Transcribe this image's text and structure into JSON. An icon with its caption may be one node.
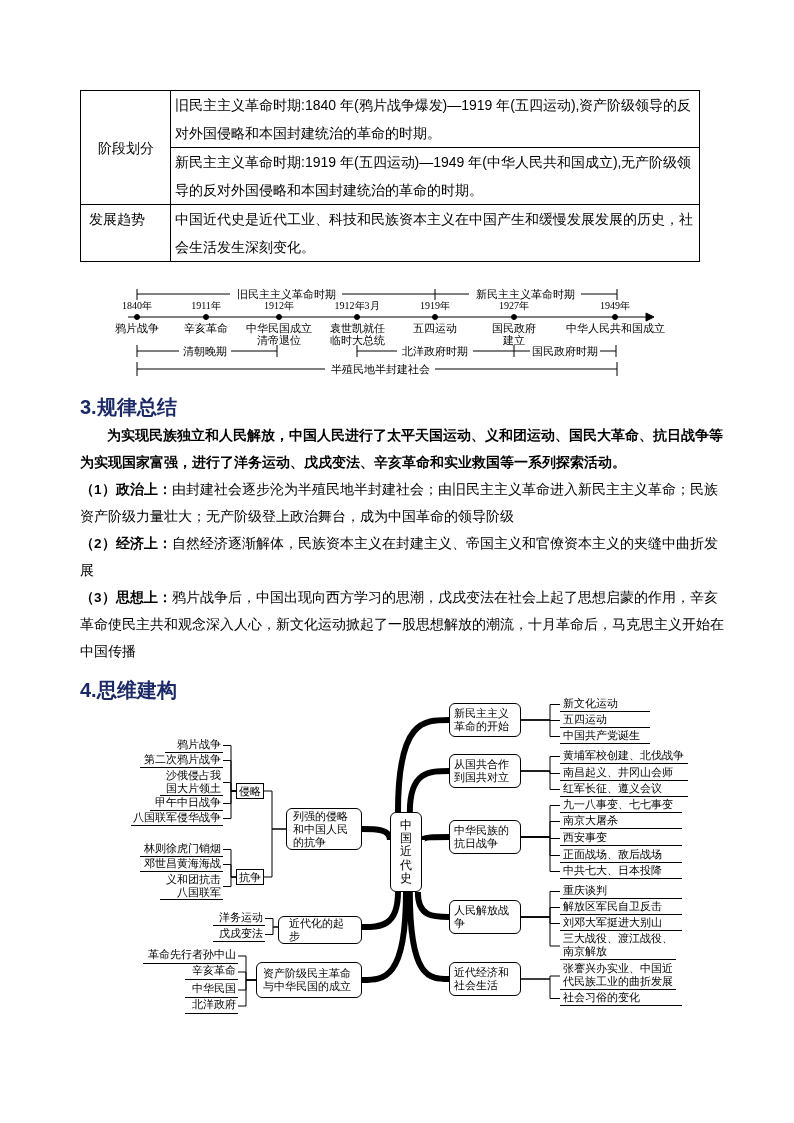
{
  "diagram": {
    "nodes": [
      {
        "text": [
          "中国近代史"
        ]
      },
      {
        "text": [
          "列强的侵略和中国人民的抗争"
        ]
      },
      {
        "text": [
          "侵略"
        ]
      },
      {
        "text": [
          "鸦片战争"
        ]
      },
      {
        "text": [
          "第二次鸦片战争"
        ]
      },
      {
        "text": [
          "沙俄侵占我国大片领土"
        ]
      },
      {
        "text": [
          "甲午中日战争"
        ]
      },
      {
        "text": [
          "八国联军侵华战争"
        ]
      },
      {
        "text": [
          "抗争"
        ]
      },
      {
        "text": [
          "林则徐虎门销烟"
        ]
      },
      {
        "text": [
          "邓世昌黄海海战"
        ]
      },
      {
        "text": [
          "义和团抗击八国联军"
        ]
      },
      {
        "text": [
          "近代化的起步"
        ]
      },
      {
        "text": [
          "洋务运动"
        ]
      },
      {
        "text": [
          "戊戌变法"
        ]
      },
      {
        "text": [
          "资产阶级民主革命与中华民国的成立"
        ]
      },
      {
        "text": [
          "革命先行者孙中山"
        ]
      },
      {
        "text": [
          "辛亥革命"
        ]
      },
      {
        "text": [
          "中华民国"
        ]
      },
      {
        "text": [
          "北洋政府"
        ]
      },
      {
        "text": [
          "新民主主义革命的开始"
        ]
      },
      {
        "text": [
          "新文化运动"
        ]
      },
      {
        "text": [
          "五四运动"
        ]
      },
      {
        "text": [
          "中国共产党诞生"
        ]
      },
      {
        "text": [
          "从国共合作到国共对立"
        ]
      },
      {
        "text": [
          "黄埔军校创建、北伐战争"
        ]
      },
      {
        "text": [
          "南昌起义、井冈山会师"
        ]
      },
      {
        "text": [
          "红军长征、遵义会议"
        ]
      },
      {
        "text": [
          "中华民族的抗日战争"
        ]
      },
      {
        "text": [
          "九一八事变、七七事变"
        ]
      },
      {
        "text": [
          "南京大屠杀"
        ]
      },
      {
        "text": [
          "西安事变"
        ]
      },
      {
        "text": [
          "正面战场、敌后战场"
        ]
      },
      {
        "text": [
          "中共七大、日本投降"
        ]
      },
      {
        "text": [
          "人民解放战争"
        ]
      },
      {
        "text": [
          "重庆谈判"
        ]
      },
      {
        "text": [
          "解放区军民自卫反击"
        ]
      },
      {
        "text": [
          "刘邓大军挺进大别山"
        ]
      },
      {
        "text": [
          "三大战役、渡江战役、南京解放"
        ]
      },
      {
        "text": [
          "近代经济和社会生活"
        ]
      },
      {
        "text": [
          "张謇兴办实业、中国近代民族工业的曲折发展"
        ]
      },
      {
        "text": [
          "社会习俗的变化"
        ]
      }
    ],
    "edges": [
      {
        "from": 0,
        "to": 1,
        "arrow": "none",
        "style": "thick"
      },
      {
        "from": 0,
        "to": 12,
        "arrow": "none",
        "style": "thick"
      },
      {
        "from": 0,
        "to": 15,
        "arrow": "none",
        "style": "thick"
      },
      {
        "from": 0,
        "to": 20,
        "arrow": "none",
        "style": "thick"
      },
      {
        "from": 0,
        "to": 24,
        "arrow": "none",
        "style": "thick"
      },
      {
        "from": 0,
        "to": 28,
        "arrow": "none",
        "style": "thick"
      },
      {
        "from": 0,
        "to": 34,
        "arrow": "none",
        "style": "thick"
      },
      {
        "from": 0,
        "to": 39,
        "arrow": "none",
        "style": "thick"
      },
      {
        "from": 1,
        "to": 2,
        "arrow": "none"
      },
      {
        "from": 1,
        "to": 8,
        "arrow": "none"
      },
      {
        "from": 2,
        "to": 3,
        "arrow": "none"
      },
      {
        "from": 2,
        "to": 4,
        "arrow": "none"
      },
      {
        "from": 2,
        "to": 5,
        "arrow": "none"
      },
      {
        "from": 2,
        "to": 6,
        "arrow": "none"
      },
      {
        "from": 2,
        "to": 7,
        "arrow": "none"
      },
      {
        "from": 8,
        "to": 9,
        "arrow": "none"
      },
      {
        "from": 8,
        "to": 10,
        "arrow": "none"
      },
      {
        "from": 8,
        "to": 11,
        "arrow": "none"
      },
      {
        "from": 12,
        "to": 13,
        "arrow": "none"
      },
      {
        "from": 12,
        "to": 14,
        "arrow": "none"
      },
      {
        "from": 15,
        "to": 16,
        "arrow": "none"
      },
      {
        "from": 15,
        "to": 17,
        "arrow": "none"
      },
      {
        "from": 15,
        "to": 18,
        "arrow": "none"
      },
      {
        "from": 15,
        "to": 19,
        "arrow": "none"
      },
      {
        "from": 20,
        "to": 21,
        "arrow": "none"
      },
      {
        "from": 20,
        "to": 22,
        "arrow": "none"
      },
      {
        "from": 20,
        "to": 23,
        "arrow": "none"
      },
      {
        "from": 24,
        "to": 25,
        "arrow": "none"
      },
      {
        "from": 24,
        "to": 26,
        "arrow": "none"
      },
      {
        "from": 24,
        "to": 27,
        "arrow": "none"
      },
      {
        "from": 28,
        "to": 29,
        "arrow": "none"
      },
      {
        "from": 28,
        "to": 30,
        "arrow": "none"
      },
      {
        "from": 28,
        "to": 31,
        "arrow": "none"
      },
      {
        "from": 28,
        "to": 32,
        "arrow": "none"
      },
      {
        "from": 28,
        "to": 33,
        "arrow": "none"
      },
      {
        "from": 34,
        "to": 35,
        "arrow": "none"
      },
      {
        "from": 34,
        "to": 36,
        "arrow": "none"
      },
      {
        "from": 34,
        "to": 37,
        "arrow": "none"
      },
      {
        "from": 34,
        "to": 38,
        "arrow": "none"
      },
      {
        "from": 39,
        "to": 40,
        "arrow": "none"
      },
      {
        "from": 39,
        "to": 41,
        "arrow": "none"
      }
    ],
    "labels": [
      "阶段划分",
      "旧民主主义革命时期:1840 年(鸦片战争爆发)—1919 年(五四运动),资产阶级领导的反对外国侵略和本国封建统治的革命的时期。",
      "新民主主义革命时期:1919 年(五四运动)—1949 年(中华人民共和国成立),无产阶级领导的反对外国侵略和本国封建统治的革命的时期。",
      "发展趋势",
      "中国近代史是近代工业、科技和民族资本主义在中国产生和缓慢发展发展的历史，社会生活发生深刻变化。",
      "旧民主主义革命时期",
      "新民主主义革命时期",
      "1840年",
      "1911年",
      "1912年",
      "1912年3月",
      "1919年",
      "1927年",
      "1949年",
      "鸦片战争",
      "辛亥革命",
      "中华民国成立",
      "清帝退位",
      "袁世凯就任临时大总统",
      "五四运动",
      "国民政府建立",
      "中华人民共和国成立",
      "清朝晚期",
      "北洋政府时期",
      "国民政府时期",
      "半殖民地半封建社会",
      "3.规律总结",
      "为实现民族独立和人民解放，中国人民进行了太平天国运动、义和团运动、国民大革命、抗日战争等为实现国家富强，进行了洋务运动、戊戌变法、辛亥革命和实业救国等一系列探索活动。",
      "**（1）政治上：**由封建社会逐步沦为半殖民地半封建社会；由旧民主主义革命进入新民主主义革命；民族资产阶级力量壮大；无产阶级登上政治舞台，成为中国革命的领导阶级",
      "**（2）经济上：**自然经济逐渐解体，民族资本主义在封建主义、帝国主义和官僚资本主义的夹缝中曲折发展",
      "**（3）思想上：**鸦片战争后，中国出现向西方学习的思潮，戊戌变法在社会上起了思想启蒙的作用，辛亥革命使民主共和观念深入人心，新文化运动掀起了一股思想解放的潮流，十月革命后，马克思主义开始在中国传播",
      "4.思维建构"
    ]
  }
}
